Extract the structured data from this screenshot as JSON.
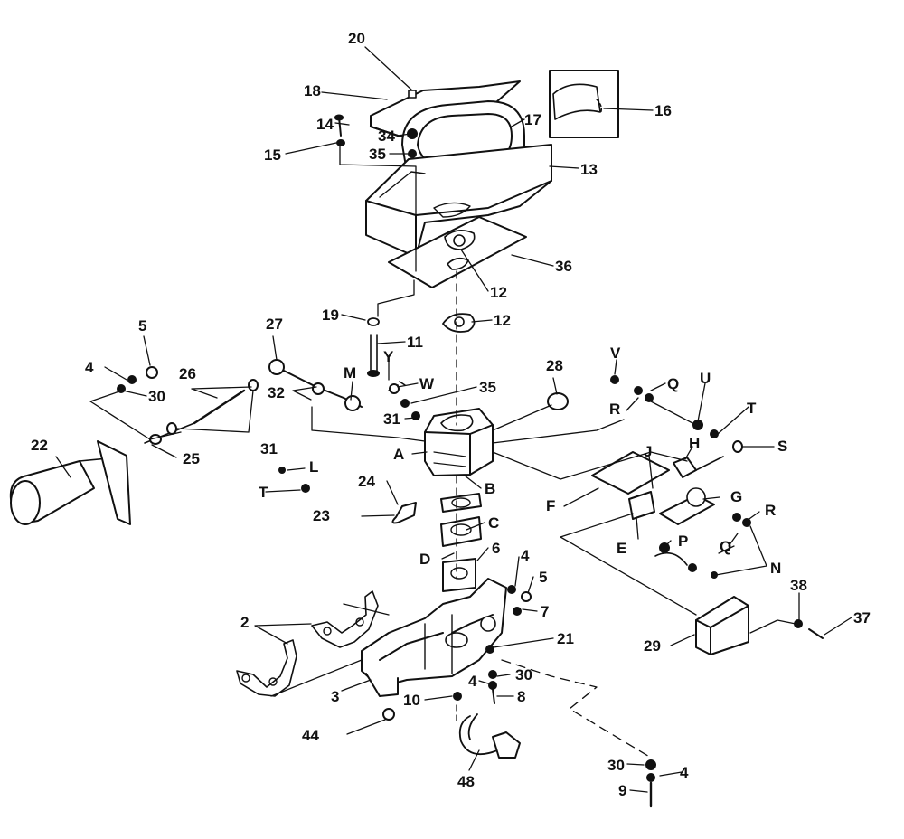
{
  "diagram": {
    "type": "exploded-parts-view",
    "colors": {
      "ink": "#111111",
      "paper": "#ffffff"
    },
    "callouts": {
      "n20": "20",
      "n18": "18",
      "n14": "14",
      "n34": "34",
      "n17": "17",
      "n16": "16",
      "n15": "15",
      "n35a": "35",
      "n13": "13",
      "n36": "36",
      "n12a": "12",
      "n19": "19",
      "n12b": "12",
      "n27": "27",
      "n5a": "5",
      "n11": "11",
      "n28": "28",
      "nV": "V",
      "nQa": "Q",
      "n4a": "4",
      "n26": "26",
      "nM": "M",
      "nY": "Y",
      "nW": "W",
      "n35b": "35",
      "nU": "U",
      "nR1": "R",
      "n30a": "30",
      "n32": "32",
      "n31a": "31",
      "nT1": "T",
      "nH": "H",
      "nS": "S",
      "n22": "22",
      "nA": "A",
      "n31b": "31",
      "n25": "25",
      "nL": "L",
      "nJ": "J",
      "nB": "B",
      "nG": "G",
      "nT2": "T",
      "nF": "F",
      "n24": "24",
      "nR2": "R",
      "n23": "23",
      "nC": "C",
      "nE": "E",
      "nP": "P",
      "nQb": "Q",
      "nD": "D",
      "n6": "6",
      "nN": "N",
      "n4b": "4",
      "n5b": "5",
      "n38": "38",
      "n37": "37",
      "n7": "7",
      "n2": "2",
      "n29": "29",
      "n21": "21",
      "n30b": "30",
      "n3": "3",
      "n10": "10",
      "n4c": "4",
      "n8": "8",
      "n44": "44",
      "n48": "48",
      "n30c": "30",
      "n4d": "4",
      "n9": "9"
    }
  }
}
